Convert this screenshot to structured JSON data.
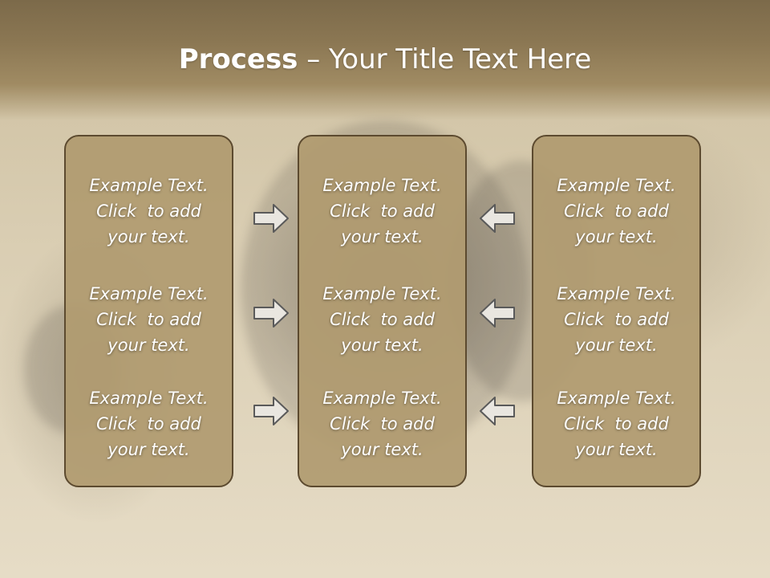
{
  "title": {
    "bold": "Process",
    "rest": " – Your Title Text Here"
  },
  "columns": [
    {
      "items": [
        {
          "line1": "Example Text.",
          "line2": "Click  to add",
          "line3": "your text."
        },
        {
          "line1": "Example Text.",
          "line2": "Click  to add",
          "line3": "your text."
        },
        {
          "line1": "Example Text.",
          "line2": "Click  to add",
          "line3": "your text."
        }
      ]
    },
    {
      "items": [
        {
          "line1": "Example Text.",
          "line2": "Click  to add",
          "line3": "your text."
        },
        {
          "line1": "Example Text.",
          "line2": "Click  to add",
          "line3": "your text."
        },
        {
          "line1": "Example Text.",
          "line2": "Click  to add",
          "line3": "your text."
        }
      ]
    },
    {
      "items": [
        {
          "line1": "Example Text.",
          "line2": "Click  to add",
          "line3": "your text."
        },
        {
          "line1": "Example Text.",
          "line2": "Click  to add",
          "line3": "your text."
        },
        {
          "line1": "Example Text.",
          "line2": "Click  to add",
          "line3": "your text."
        }
      ]
    }
  ],
  "arrows": {
    "left_group": "arrow-right-icon",
    "right_group": "arrow-left-icon"
  },
  "colors": {
    "header": "#8b7753",
    "panel": "#b09b70",
    "panel_border": "#5c4a2f",
    "arrow_fill": "#e9e6e0",
    "arrow_stroke": "#5a5a5a"
  }
}
